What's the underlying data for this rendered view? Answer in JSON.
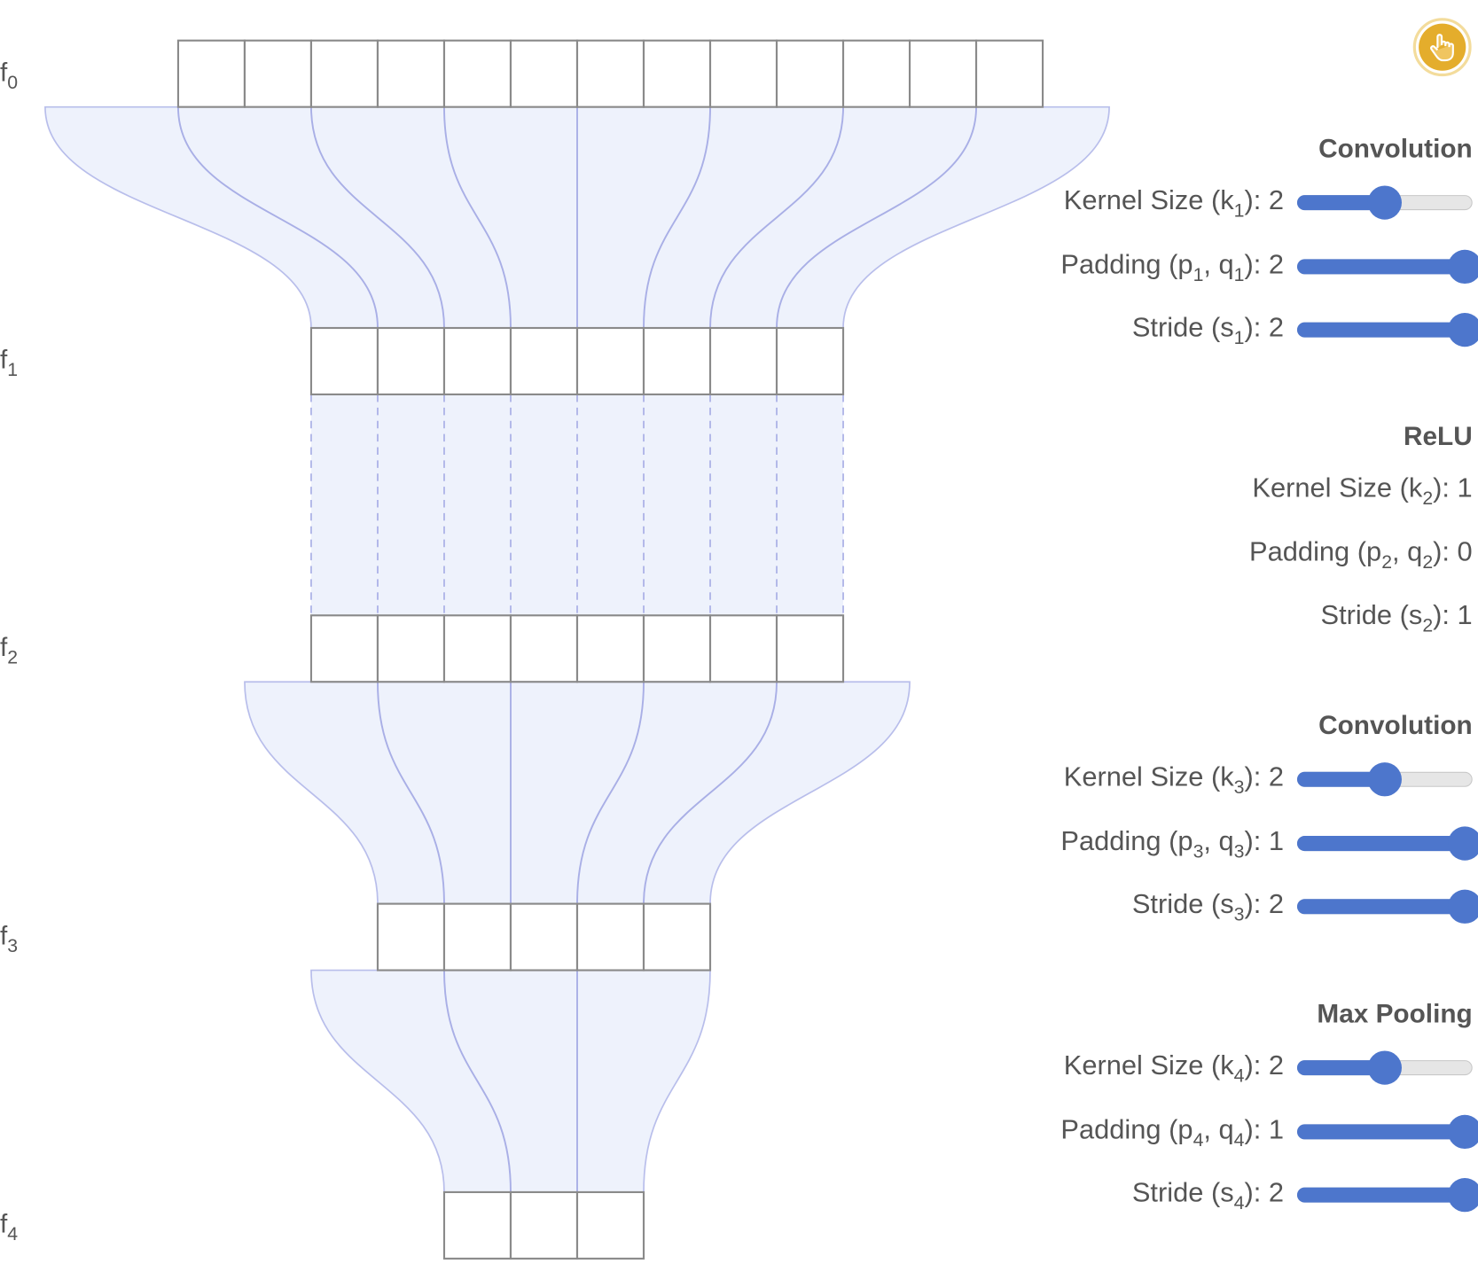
{
  "layers": [
    {
      "name": "f",
      "index": "0",
      "size": 13
    },
    {
      "name": "f",
      "index": "1",
      "size": 8
    },
    {
      "name": "f",
      "index": "2",
      "size": 8
    },
    {
      "name": "f",
      "index": "3",
      "size": 5
    },
    {
      "name": "f",
      "index": "4",
      "size": 3
    }
  ],
  "operations": [
    {
      "title": "Convolution",
      "kernel": 2,
      "padding": 2,
      "stride": 2,
      "has_sliders": true,
      "rows": [
        {
          "kind": "kernel",
          "text": "Kernel Size (k",
          "sub1": "1",
          "text2": "",
          "sub2": "",
          "suffix": "): ",
          "value": "2",
          "slider_fraction": 0.5
        },
        {
          "kind": "padding",
          "text": "Padding (p",
          "sub1": "1",
          "text2": ", q",
          "sub2": "1",
          "suffix": "): ",
          "value": "2",
          "slider_fraction": 1.0
        },
        {
          "kind": "stride",
          "text": "Stride (s",
          "sub1": "1",
          "text2": "",
          "sub2": "",
          "suffix": "): ",
          "value": "2",
          "slider_fraction": 1.0
        }
      ]
    },
    {
      "title": "ReLU",
      "kernel": 1,
      "padding": 0,
      "stride": 1,
      "has_sliders": false,
      "rows": [
        {
          "kind": "kernel",
          "text": "Kernel Size (k",
          "sub1": "2",
          "text2": "",
          "sub2": "",
          "suffix": "): ",
          "value": "1"
        },
        {
          "kind": "padding",
          "text": "Padding (p",
          "sub1": "2",
          "text2": ", q",
          "sub2": "2",
          "suffix": "): ",
          "value": "0"
        },
        {
          "kind": "stride",
          "text": "Stride (s",
          "sub1": "2",
          "text2": "",
          "sub2": "",
          "suffix": "): ",
          "value": "1"
        }
      ]
    },
    {
      "title": "Convolution",
      "kernel": 2,
      "padding": 1,
      "stride": 2,
      "has_sliders": true,
      "rows": [
        {
          "kind": "kernel",
          "text": "Kernel Size (k",
          "sub1": "3",
          "text2": "",
          "sub2": "",
          "suffix": "): ",
          "value": "2",
          "slider_fraction": 0.5
        },
        {
          "kind": "padding",
          "text": "Padding (p",
          "sub1": "3",
          "text2": ", q",
          "sub2": "3",
          "suffix": "): ",
          "value": "1",
          "slider_fraction": 1.0
        },
        {
          "kind": "stride",
          "text": "Stride (s",
          "sub1": "3",
          "text2": "",
          "sub2": "",
          "suffix": "): ",
          "value": "2",
          "slider_fraction": 1.0
        }
      ]
    },
    {
      "title": "Max Pooling",
      "kernel": 2,
      "padding": 1,
      "stride": 2,
      "has_sliders": true,
      "rows": [
        {
          "kind": "kernel",
          "text": "Kernel Size (k",
          "sub1": "4",
          "text2": "",
          "sub2": "",
          "suffix": "): ",
          "value": "2",
          "slider_fraction": 0.5
        },
        {
          "kind": "padding",
          "text": "Padding (p",
          "sub1": "4",
          "text2": ", q",
          "sub2": "4",
          "suffix": "): ",
          "value": "1",
          "slider_fraction": 1.0
        },
        {
          "kind": "stride",
          "text": "Stride (s",
          "sub1": "4",
          "text2": "",
          "sub2": "",
          "suffix": "): ",
          "value": "2",
          "slider_fraction": 1.0
        }
      ]
    }
  ],
  "colors": {
    "accent": "#4d76cc",
    "field_fill": "#eef2fc",
    "field_stroke": "#a9afe6",
    "cell_stroke": "#8a8a8a",
    "hand_button": "#e4ad2c"
  },
  "hand_button_icon": "pointer-hand-icon"
}
